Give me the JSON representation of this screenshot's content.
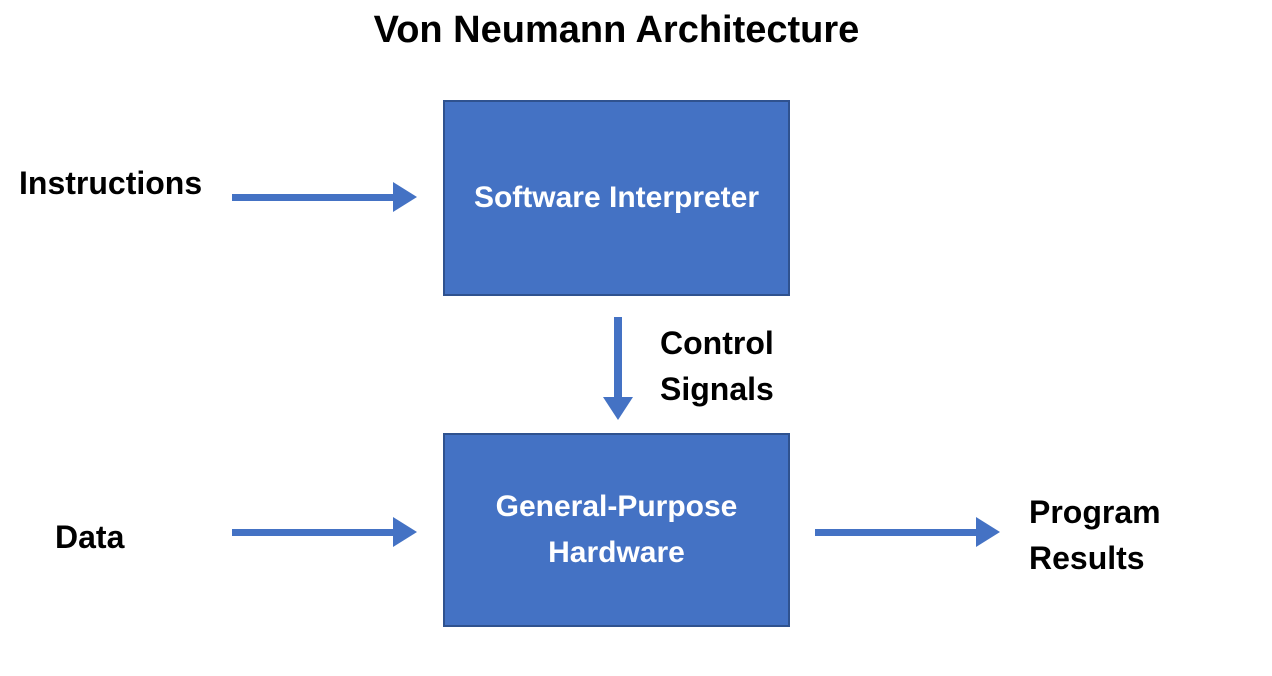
{
  "title": "Von Neumann Architecture",
  "nodes": {
    "software_interpreter": {
      "label": "Software Interpreter"
    },
    "general_purpose_hardware": {
      "label": "General-Purpose Hardware"
    }
  },
  "edges": {
    "instructions": {
      "label": "Instructions",
      "from": "external",
      "to": "software_interpreter"
    },
    "control_signals": {
      "label": "Control Signals",
      "from": "software_interpreter",
      "to": "general_purpose_hardware"
    },
    "data": {
      "label": "Data",
      "from": "external",
      "to": "general_purpose_hardware"
    },
    "program_results": {
      "label": "Program Results",
      "from": "general_purpose_hardware",
      "to": "external"
    }
  },
  "colors": {
    "background": "#ffffff",
    "box_fill": "#4472C4",
    "box_border": "#2F528F",
    "arrow": "#4472C4",
    "label_text": "#000000",
    "box_text": "#ffffff"
  }
}
